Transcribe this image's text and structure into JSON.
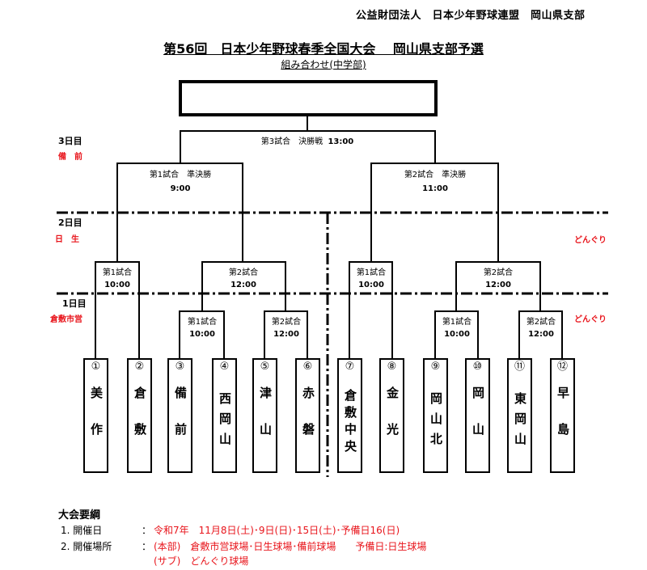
{
  "organization": "公益財団法人　日本少年野球連盟　岡山県支部",
  "title": "第56回　日本少年野球春季全国大会　 岡山県支部予選",
  "subtitle": "組み合わせ(中学部)",
  "days": [
    {
      "label": "3日目",
      "venue": "備　前"
    },
    {
      "label": "2日目",
      "venue": "日　生",
      "venue_right": "どんぐり"
    },
    {
      "label": "1日目",
      "venue": "倉敷市営",
      "venue_right": "どんぐり"
    }
  ],
  "final": {
    "label": "第3試合　決勝戦",
    "time": "13:00"
  },
  "semis": [
    {
      "label": "第1試合　準決勝",
      "time": "9:00"
    },
    {
      "label": "第2試合　準決勝",
      "time": "11:00"
    }
  ],
  "day2_matches": [
    {
      "label": "第1試合",
      "time": "10:00"
    },
    {
      "label": "第2試合",
      "time": "12:00"
    },
    {
      "label": "第1試合",
      "time": "10:00"
    },
    {
      "label": "第2試合",
      "time": "12:00"
    }
  ],
  "day1_matches": [
    {
      "label": "第1試合",
      "time": "10:00"
    },
    {
      "label": "第2試合",
      "time": "12:00"
    },
    {
      "label": "第1試合",
      "time": "10:00"
    },
    {
      "label": "第2試合",
      "time": "12:00"
    }
  ],
  "teams": [
    {
      "num": "①",
      "name": "美作"
    },
    {
      "num": "②",
      "name": "倉敷"
    },
    {
      "num": "③",
      "name": "備前"
    },
    {
      "num": "④",
      "name": "西岡山"
    },
    {
      "num": "⑤",
      "name": "津山"
    },
    {
      "num": "⑥",
      "name": "赤磐"
    },
    {
      "num": "⑦",
      "name": "倉敷中央"
    },
    {
      "num": "⑧",
      "name": "金光"
    },
    {
      "num": "⑨",
      "name": "岡山北"
    },
    {
      "num": "⑩",
      "name": "岡山"
    },
    {
      "num": "⑪",
      "name": "東岡山"
    },
    {
      "num": "⑫",
      "name": "早島"
    }
  ],
  "outline": {
    "heading": "大会要綱",
    "items": [
      {
        "label": "1. 開催日",
        "sep": "：",
        "value": "令和7年　11月8日(土)･9日(日)･15日(土)･予備日16(日)"
      },
      {
        "label": "2. 開催場所",
        "sep": "：",
        "value": "(本部)　倉敷市営球場･日生球場･備前球場　　予備日:日生球場",
        "value2": "(サブ)　どんぐり球場"
      }
    ]
  }
}
